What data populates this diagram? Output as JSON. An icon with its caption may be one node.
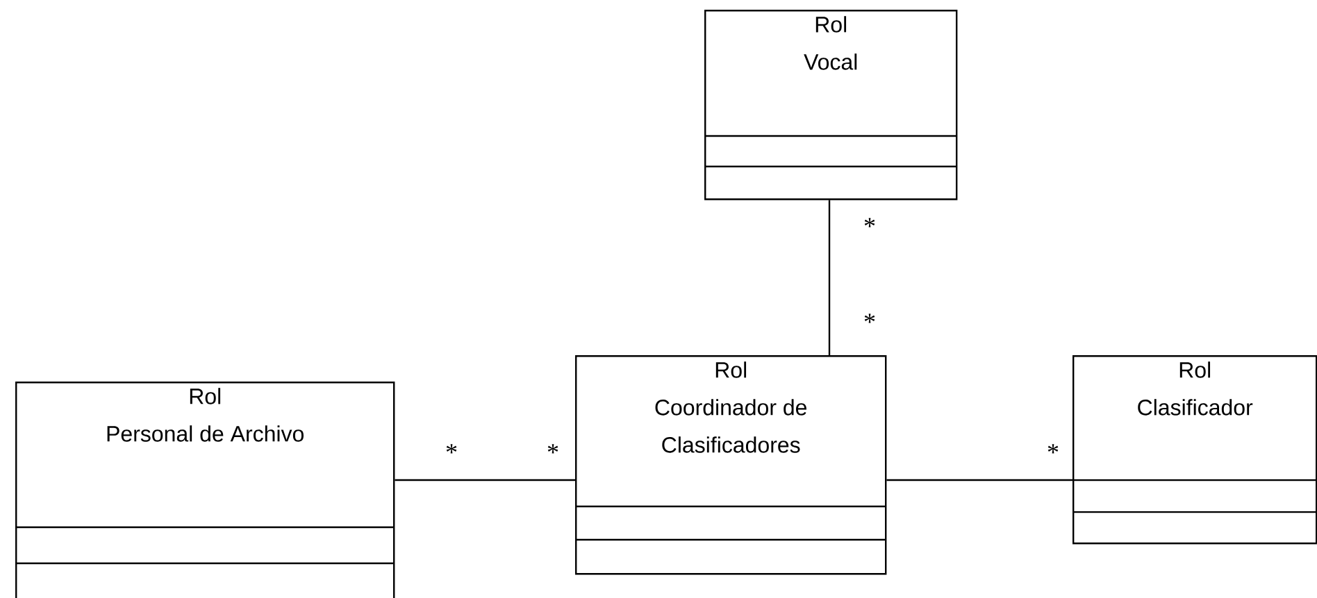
{
  "diagram": {
    "nodes": [
      {
        "text": [
          "Rol",
          "Vocal"
        ]
      },
      {
        "text": [
          "Rol",
          "Personal de Archivo"
        ]
      },
      {
        "text": [
          "Rol",
          "Coordinador de Clasificadores"
        ]
      },
      {
        "text": [
          "Rol",
          "Clasificador"
        ]
      }
    ],
    "edges": [
      {
        "from": 0,
        "to": 2,
        "arrow": "none"
      },
      {
        "from": 1,
        "to": 2,
        "arrow": "none"
      },
      {
        "from": 2,
        "to": 3,
        "arrow": "none"
      }
    ],
    "labels": [
      "*",
      "*",
      "*",
      "*",
      "*"
    ]
  }
}
